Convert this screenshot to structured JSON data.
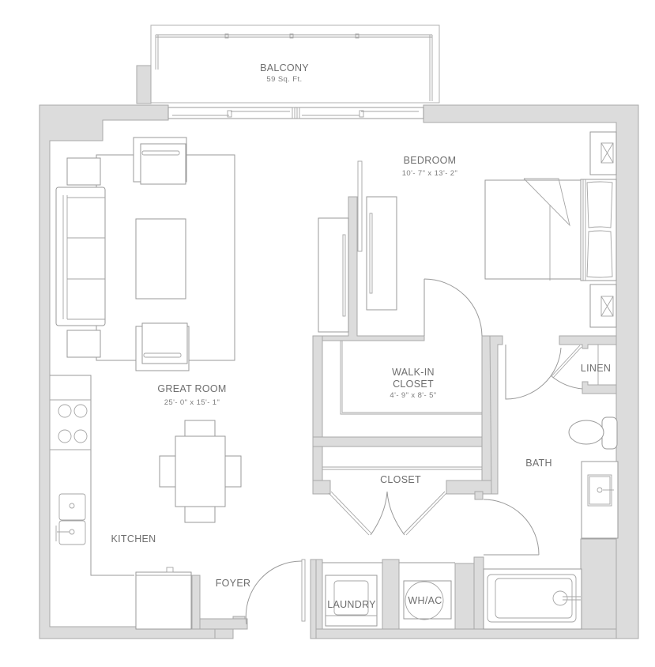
{
  "plan": {
    "colors": {
      "wall_fill": "#dcdcdc",
      "wall_stroke": "#a9a9a9",
      "line": "#9a9a9a",
      "label": "#6e6e6e"
    },
    "rooms": {
      "balcony": {
        "name": "BALCONY",
        "size": "59 Sq. Ft."
      },
      "bedroom": {
        "name": "BEDROOM",
        "size": "10'- 7\" x 13'- 2\""
      },
      "great_room": {
        "name": "GREAT ROOM",
        "size": "25'- 0\" x 15'- 1\""
      },
      "walk_in_closet": {
        "name_line1": "WALK-IN",
        "name_line2": "CLOSET",
        "size": "4'- 9\" x 8'- 5\""
      },
      "linen": {
        "name": "LINEN"
      },
      "bath": {
        "name": "BATH"
      },
      "closet": {
        "name": "CLOSET"
      },
      "kitchen": {
        "name": "KITCHEN"
      },
      "foyer": {
        "name": "FOYER"
      },
      "laundry": {
        "name": "LAUNDRY"
      },
      "wh_ac": {
        "name": "WH/AC"
      }
    },
    "fixtures": [
      "sofa",
      "armchair",
      "armchair",
      "coffee-table",
      "side-table",
      "side-table",
      "dining-table",
      "chair",
      "chair",
      "chair",
      "chair",
      "cooktop",
      "kitchen-sink",
      "refrigerator",
      "bed",
      "nightstand",
      "nightstand",
      "wardrobe",
      "wardrobe",
      "toilet",
      "vanity-sink",
      "bathtub",
      "washer-dryer",
      "water-heater"
    ]
  }
}
